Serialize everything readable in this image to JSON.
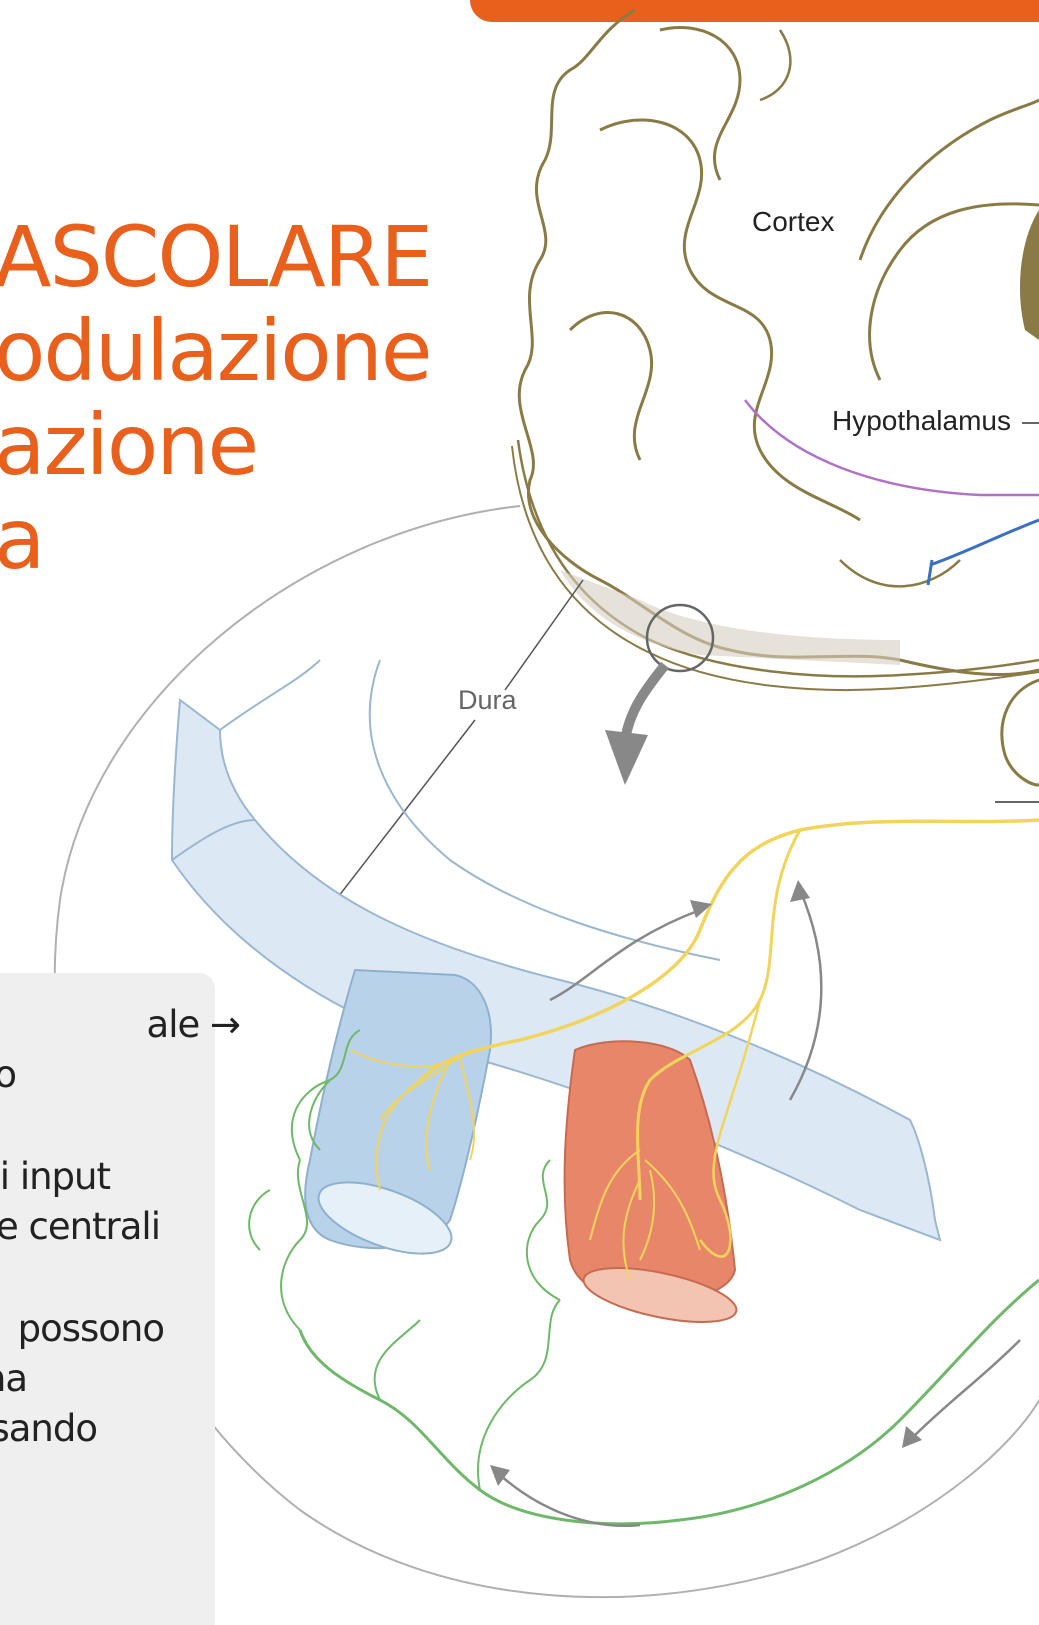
{
  "colors": {
    "accent": "#e8601c",
    "brain_outline": "#8a7a45",
    "dura": "#8a7a45",
    "vein": "#b8d2ea",
    "artery": "#e8866a",
    "trigeminal_nerve": "#f2d45c",
    "autonomic_nerve": "#6fb86a",
    "hypothalamus_pathway": "#b071c8",
    "brainstem_pathway": "#3a6fc4",
    "arrows": "#888888"
  },
  "title": {
    "lines": [
      "ASCOLARE",
      "odulazione",
      "azione",
      "a"
    ]
  },
  "labels": {
    "cortex": "Cortex",
    "hypothalamus": "Hypothalamus",
    "dura": "Dura"
  },
  "textbox": {
    "paragraphs": [
      [
        "ale →",
        "vo"
      ],
      [
        "i input",
        "e centrali"
      ],
      [
        "possono",
        "na",
        "sando"
      ]
    ]
  }
}
